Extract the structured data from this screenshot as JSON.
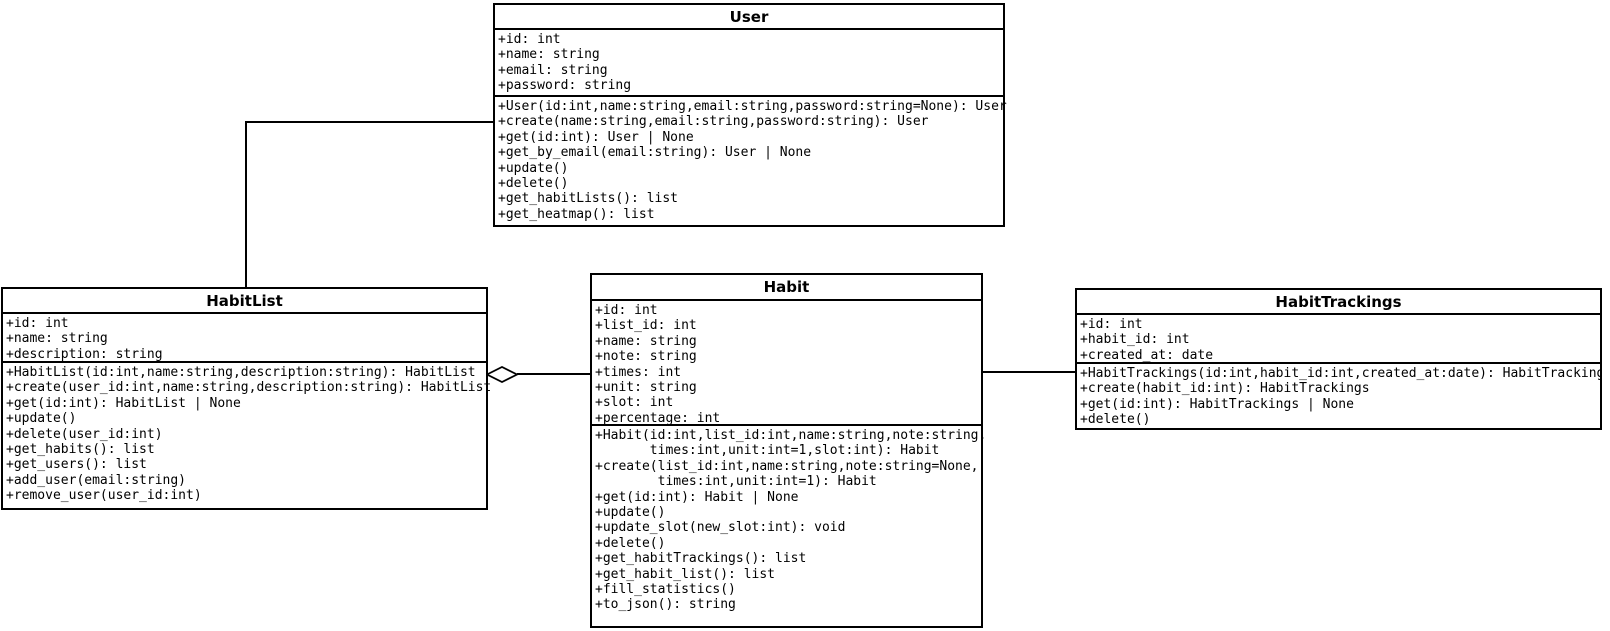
{
  "colors": {
    "line": "#000000",
    "background": "#ffffff",
    "box_fill": "#ffffff",
    "text": "#000000"
  },
  "classes": [
    {
      "name": "User",
      "attributes": [
        "+id: int",
        "+name: string",
        "+email: string",
        "+password: string"
      ],
      "methods": [
        "+User(id:int,name:string,email:string,password:string=None): User",
        "+create(name:string,email:string,password:string): User",
        "+get(id:int): User | None",
        "+get_by_email(email:string): User | None",
        "+update()",
        "+delete()",
        "+get_habitLists(): list",
        "+get_heatmap(): list"
      ]
    },
    {
      "name": "HabitList",
      "attributes": [
        "+id: int",
        "+name: string",
        "+description: string"
      ],
      "methods": [
        "+HabitList(id:int,name:string,description:string): HabitList",
        "+create(user_id:int,name:string,description:string): HabitList",
        "+get(id:int): HabitList | None",
        "+update()",
        "+delete(user_id:int)",
        "+get_habits(): list",
        "+get_users(): list",
        "+add_user(email:string)",
        "+remove_user(user_id:int)"
      ]
    },
    {
      "name": "Habit",
      "attributes": [
        "+id: int",
        "+list_id: int",
        "+name: string",
        "+note: string",
        "+times: int",
        "+unit: string",
        "+slot: int",
        "+percentage: int"
      ],
      "methods": [
        "+Habit(id:int,list_id:int,name:string,note:string,",
        "       times:int,unit:int=1,slot:int): Habit",
        "+create(list_id:int,name:string,note:string=None,",
        "        times:int,unit:int=1): Habit",
        "+get(id:int): Habit | None",
        "+update()",
        "+update_slot(new_slot:int): void",
        "+delete()",
        "+get_habitTrackings(): list",
        "+get_habit_list(): list",
        "+fill_statistics()",
        "+to_json(): string"
      ]
    },
    {
      "name": "HabitTrackings",
      "attributes": [
        "+id: int",
        "+habit_id: int",
        "+created_at: date"
      ],
      "methods": [
        "+HabitTrackings(id:int,habit_id:int,created_at:date): HabitTrackings",
        "+create(habit_id:int): HabitTrackings",
        "+get(id:int): HabitTrackings | None",
        "+delete()"
      ]
    }
  ],
  "relationships": [
    {
      "from": "User",
      "to": "HabitList",
      "type": "association",
      "shape": "elbow"
    },
    {
      "from": "HabitList",
      "to": "Habit",
      "type": "aggregation",
      "diamond_at": "HabitList"
    },
    {
      "from": "Habit",
      "to": "HabitTrackings",
      "type": "association",
      "shape": "straight"
    }
  ]
}
